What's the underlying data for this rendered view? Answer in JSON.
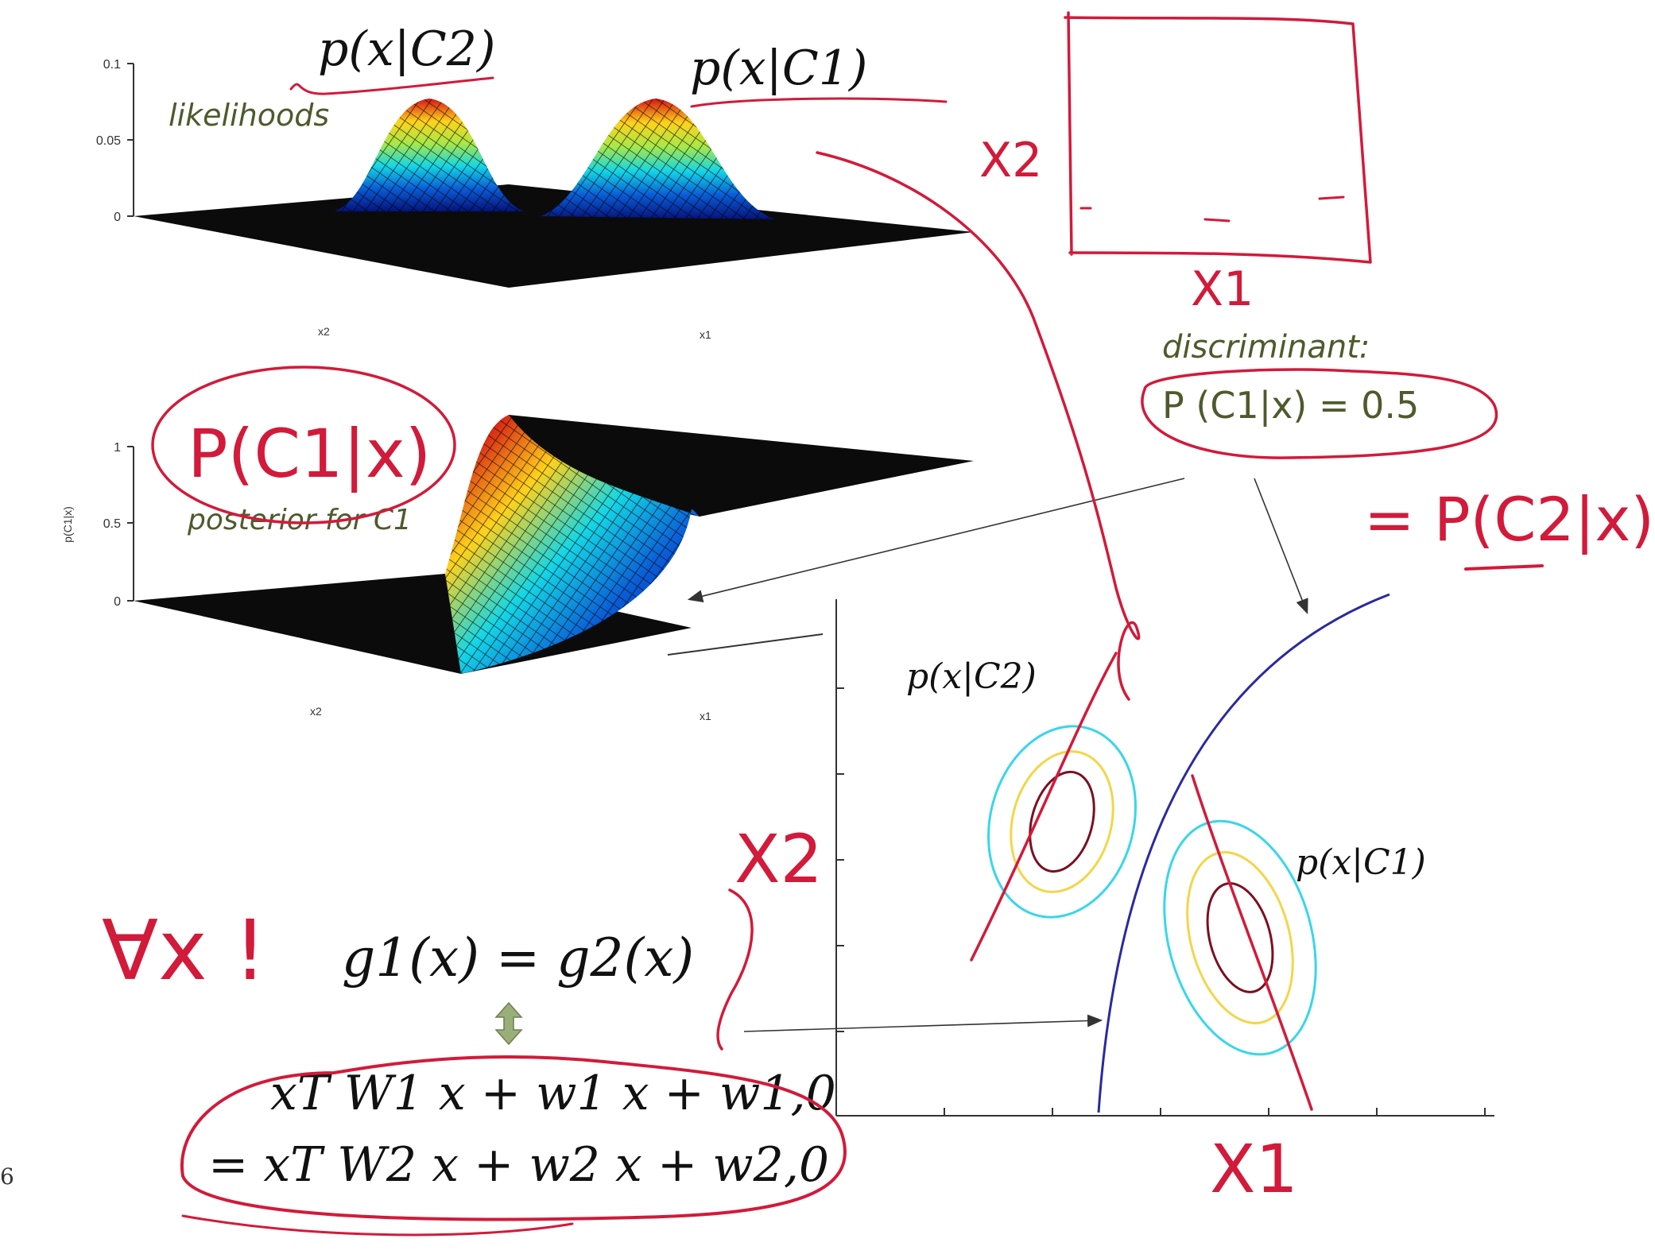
{
  "top_plot": {
    "label_pC2": "p(x|C2)",
    "label_pC1": "p(x|C1)",
    "caption": "likelihoods",
    "y_ticks": [
      "0.1",
      "0.05",
      "0"
    ],
    "x_axis_labels": [
      "x2",
      "x1"
    ]
  },
  "middle_plot": {
    "caption": "posterior for C1",
    "y_axis_label": "p(C1|x)",
    "y_ticks": [
      "1",
      "0.5",
      "0"
    ],
    "x_axis_labels": [
      "x2",
      "x1"
    ]
  },
  "discriminant": {
    "title": "discriminant:",
    "equation": "P (C1|x) = 0.5"
  },
  "contour_plot": {
    "label_pC2": "p(x|C2)",
    "label_pC1": "p(x|C1)",
    "colors": {
      "outer": "#38d6ea",
      "middle": "#f2d64a",
      "inner": "#7a1020",
      "boundary": "#2a2aa0"
    }
  },
  "equations": {
    "line1": "g1(x) = g2(x)",
    "line2": "xT W1 x + w1 x + w1,0",
    "line3": "= xT W2 x + w2 x + w2,0"
  },
  "handwriting": {
    "posterior_c1": "P(C1|x)",
    "posterior_c2": "= P(C2|x)",
    "box_x2": "X2",
    "box_x1": "X1",
    "contour_x2": "X2",
    "contour_x1": "X1",
    "for_all_x": "∀x !"
  },
  "page_number": "6",
  "colors": {
    "ink": "#d21a3a",
    "olive": "#4e5a2c"
  }
}
